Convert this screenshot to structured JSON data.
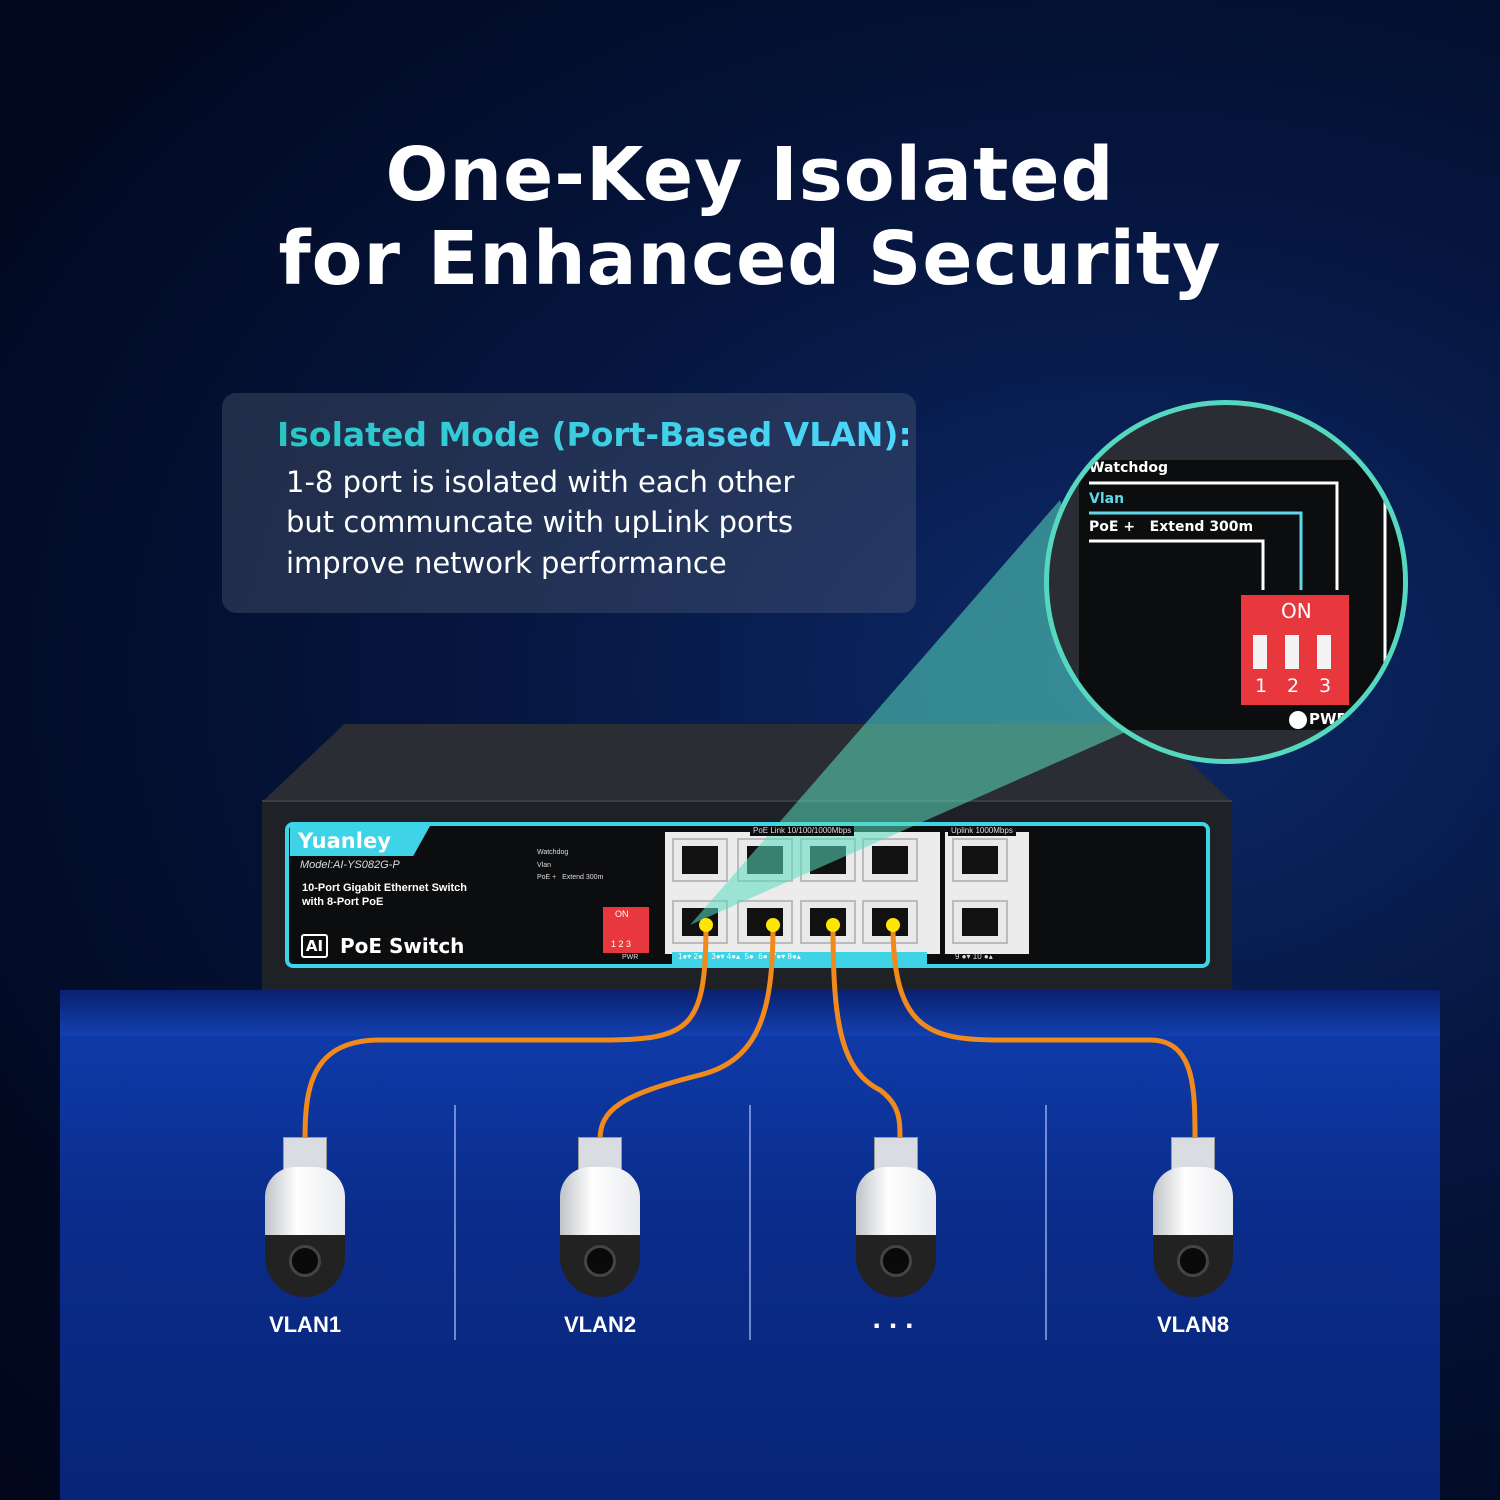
{
  "headline": {
    "line1": "One-Key Isolated",
    "line2": "for Enhanced Security"
  },
  "info": {
    "heading": "Isolated Mode (Port-Based VLAN):",
    "lines": [
      "1-8 port is isolated with each other",
      "but communcate with upLink ports",
      "improve network performance"
    ]
  },
  "magnifier": {
    "watchdog": "Watchdog",
    "vlan": "Vlan",
    "poe": "PoE +   Extend 300m",
    "on": "ON",
    "switch_numbers": [
      "1",
      "2",
      "3"
    ],
    "pwr": "PWR"
  },
  "switch": {
    "brand": "Yuanley",
    "model": "Model:AI-YS082G-P",
    "desc1": "10-Port Gigabit Ethernet Switch",
    "desc2": "with 8-Port PoE",
    "badge": "AI",
    "product": "PoE Switch",
    "watchdog": "Watchdog",
    "vlan": "Vlan",
    "poe": "PoE +   Extend 300m",
    "on": "ON",
    "dip_numbers": "1 2 3",
    "pwr": "PWR",
    "poe_group": "PoE Link 10/100/1000Mbps",
    "uplink_group": "Uplink 1000Mbps",
    "port_leds": "1●▾ 2●▴  3●▾ 4●▴  5●  6●  7●▾ 8●▴",
    "uplink_leds": "9 ●▾ 10 ●▴"
  },
  "cameras": [
    {
      "label": "VLAN1"
    },
    {
      "label": "VLAN2"
    },
    {
      "label": "..."
    },
    {
      "label": "VLAN8"
    }
  ],
  "colors": {
    "accent": "#3ed3e6",
    "cable": "#f08a1c",
    "dip": "#e8383d",
    "stage": "#0e3aa8"
  }
}
